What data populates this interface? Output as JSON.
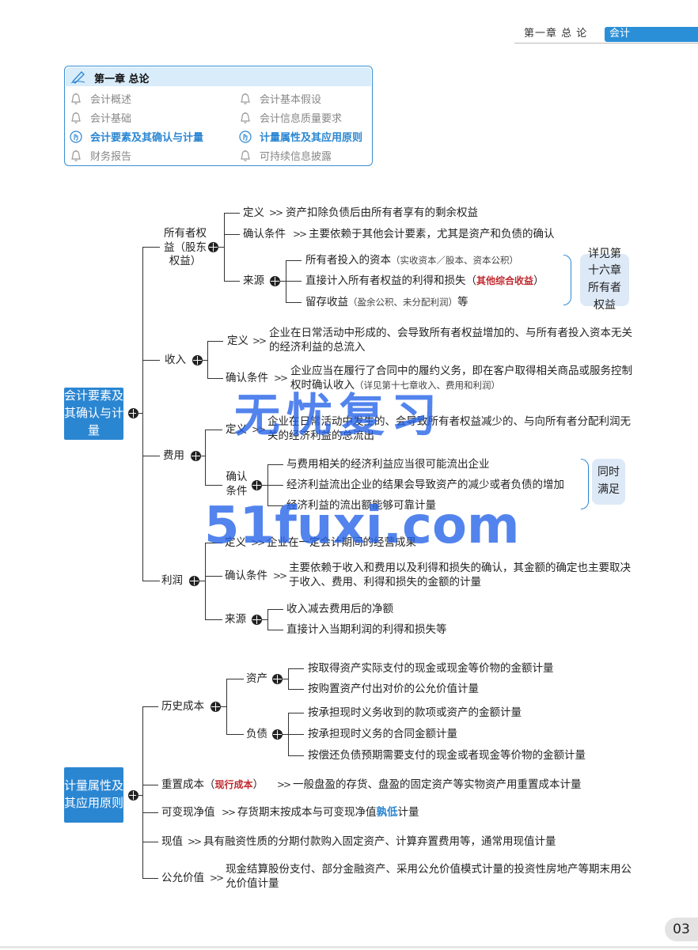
{
  "header": {
    "chapter_title": "第一章   总  论",
    "tag": "会计"
  },
  "toc": {
    "title": "第一章 总论",
    "items": [
      {
        "label": "会计概述",
        "highlight": false
      },
      {
        "label": "会计基本假设",
        "highlight": false
      },
      {
        "label": "会计基础",
        "highlight": false
      },
      {
        "label": "会计信息质量要求",
        "highlight": false
      },
      {
        "label": "会计要素及其确认与计量",
        "highlight": true
      },
      {
        "label": "计量属性及其应用原则",
        "highlight": true
      },
      {
        "label": "财务报告",
        "highlight": false
      },
      {
        "label": "可持续信息披露",
        "highlight": false
      }
    ]
  },
  "tree1": {
    "root": "会计要素及其确认与计量",
    "equity": {
      "label": "所有者权益（股东权益）",
      "def_label": "定义",
      "def_text": "资产扣除负债后由所有者享有的剩余权益",
      "cond_label": "确认条件",
      "cond_text": "主要依赖于其他会计要素，尤其是资产和负债的确认",
      "source_label": "来源",
      "source1_main": "所有者投入的资本",
      "source1_note": "（实收资本／股本、资本公积）",
      "source2_main": "直接计入所有者权益的利得和损失",
      "source2_paren_open": "（",
      "source2_note": "其他综合收益",
      "source2_paren_close": "）",
      "source3_main": "留存收益",
      "source3_note": "（盈余公积、未分配利润）",
      "source3_tail": "等",
      "side_note": "详见第十六章所有者权益"
    },
    "income": {
      "label": "收入",
      "def_label": "定义",
      "def_text": "企业在日常活动中形成的、会导致所有者权益增加的、与所有者投入资本无关的经济利益的总流入",
      "cond_label": "确认条件",
      "cond_text": "企业应当在履行了合同中的履约义务，即在客户取得相关商品或服务控制权时确认收入",
      "cond_note": "（详见第十七章收入、费用和利润）"
    },
    "expense": {
      "label": "费用",
      "def_label": "定义",
      "def_text": "企业在日常活动中发生的、会导致所有者权益减少的、与向所有者分配利润无关的经济利益的总流出",
      "cond_label": "确认条件",
      "cond1": "与费用相关的经济利益应当很可能流出企业",
      "cond2": "经济利益流出企业的结果会导致资产的减少或者负债的增加",
      "cond3": "经济利益的流出额能够可靠计量",
      "side_note": "同时满足"
    },
    "profit": {
      "label": "利润",
      "def_label": "定义",
      "def_text": "企业在一定会计期间的经营成果",
      "cond_label": "确认条件",
      "cond_text": "主要依赖于收入和费用以及利得和损失的确认，其金额的确定也主要取决于收入、费用、利得和损失的金额的计量",
      "source_label": "来源",
      "source1": "收入减去费用后的净额",
      "source2": "直接计入当期利润的利得和损失等"
    }
  },
  "tree2": {
    "root": "计量属性及其应用原则",
    "historical": {
      "label": "历史成本",
      "asset_label": "资产",
      "asset1": "按取得资产实际支付的现金或现金等价物的金额计量",
      "asset2": "按购置资产付出对价的公允价值计量",
      "liab_label": "负债",
      "liab1": "按承担现时义务收到的款项或资产的金额计量",
      "liab2": "按承担现时义务的合同金额计量",
      "liab3": "按偿还负债预期需要支付的现金或者现金等价物的金额计量"
    },
    "replacement": {
      "label": "重置成本",
      "paren_open": "（",
      "note": "现行成本",
      "paren_close": "）",
      "text": "一般盘盈的存货、盘盈的固定资产等实物资产用重置成本计量"
    },
    "nrv": {
      "label": "可变现净值",
      "text_a": "存货期末按成本与可变现净值",
      "text_hl": "孰低",
      "text_b": "计量"
    },
    "pv": {
      "label": "现值",
      "text": "具有融资性质的分期付款购入固定资产、计算弃置费用等，通常用现值计量"
    },
    "fv": {
      "label": "公允价值",
      "text": "现金结算股份支付、部分金融资产、采用公允价值模式计量的投资性房地产等期末用公允价值计量"
    }
  },
  "watermark": {
    "line1": "无忧复习",
    "line2": "51fuxi.com"
  },
  "page_number": "03",
  "colors": {
    "accent": "#2b86d2",
    "note_bg": "#dde9f7",
    "red": "#c0282e"
  }
}
